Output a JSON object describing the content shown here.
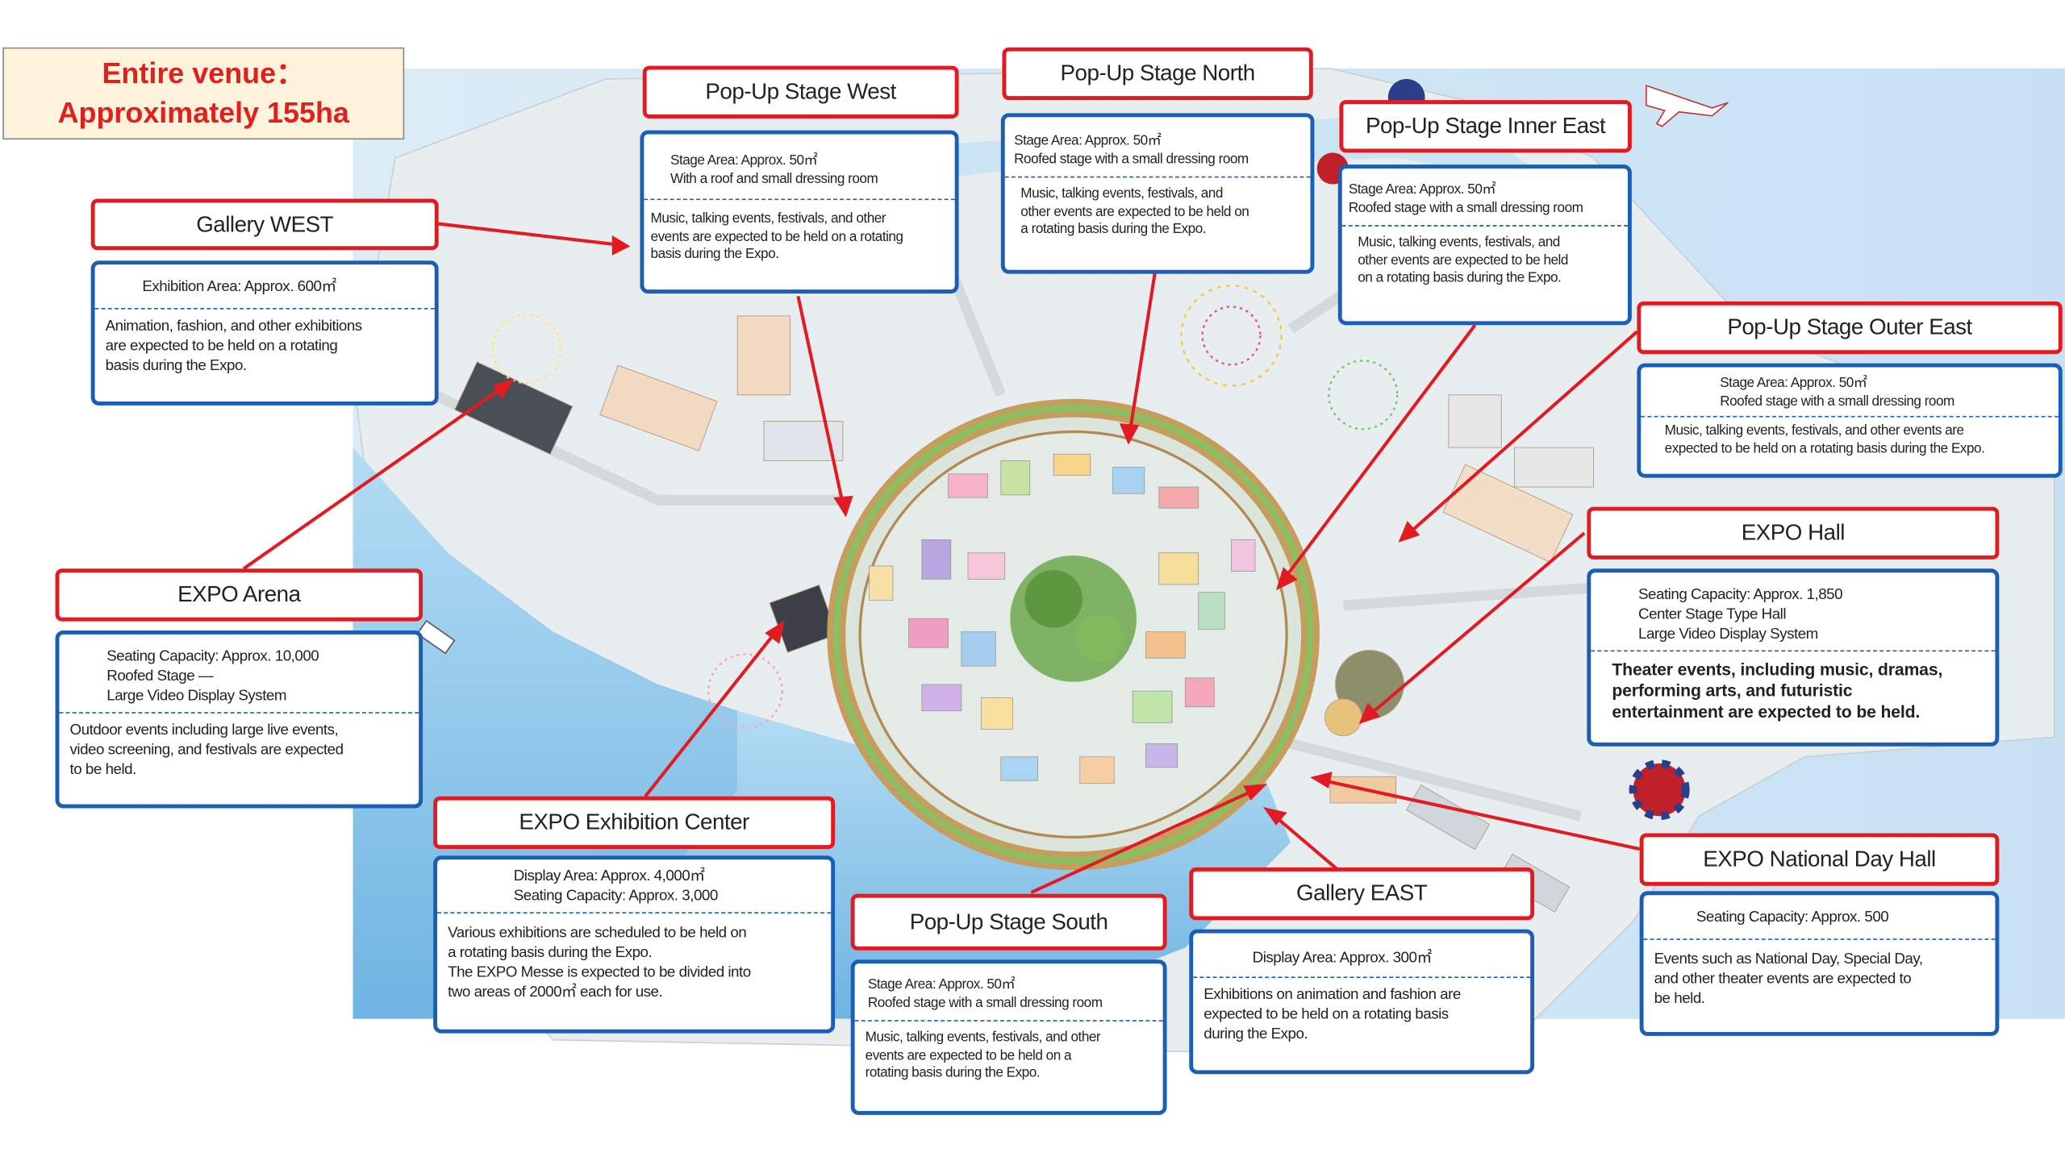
{
  "map_title": {
    "line1": "Entire venue：",
    "line2": "Approximately 155ha"
  },
  "venues": {
    "gallery_west": {
      "title": "Gallery WEST",
      "spec": "Exhibition Area: Approx. 600㎡",
      "description": "Animation, fashion, and other exhibitions\nare expected to be held on a rotating\nbasis during the Expo."
    },
    "popup_west": {
      "title": "Pop-Up Stage West",
      "spec": "Stage Area: Approx. 50㎡\nWith a roof and small dressing room",
      "description": "Music, talking events, festivals, and other\nevents are expected to be held on a rotating\nbasis during the Expo."
    },
    "popup_north": {
      "title": "Pop-Up Stage North",
      "spec": "Stage Area: Approx. 50㎡\nRoofed stage with a small dressing room",
      "description": "Music, talking events, festivals, and\nother events are expected to be held on\na rotating basis during the Expo."
    },
    "popup_inner_east": {
      "title": "Pop-Up Stage Inner East",
      "spec": "Stage Area: Approx. 50㎡\nRoofed stage with a small dressing room",
      "description": "Music, talking events, festivals, and\nother events are expected to be held\non a rotating basis during the Expo."
    },
    "popup_outer_east": {
      "title": "Pop-Up Stage Outer East",
      "spec": "Stage Area: Approx. 50㎡\nRoofed stage with a small dressing room",
      "description": "Music, talking events, festivals, and other events are\nexpected to be held on a rotating basis during the Expo."
    },
    "expo_hall": {
      "title": "EXPO Hall",
      "spec": "Seating Capacity: Approx. 1,850\nCenter Stage Type Hall\nLarge Video Display System",
      "description": "Theater events, including music, dramas,\nperforming arts, and futuristic\nentertainment are expected to be held."
    },
    "expo_arena": {
      "title": "EXPO Arena",
      "spec": "Seating Capacity: Approx. 10,000\nRoofed Stage —\nLarge Video Display System",
      "description": "Outdoor events including large live events,\nvideo screening, and festivals are expected\nto be held."
    },
    "exhibition_center": {
      "title": "EXPO Exhibition Center",
      "spec": "Display Area: Approx. 4,000㎡\nSeating Capacity: Approx. 3,000",
      "description": "Various exhibitions are scheduled to be held on\na rotating basis during the Expo.\nThe EXPO Messe is expected to be divided into\ntwo areas of 2000㎡ each for use."
    },
    "popup_south": {
      "title": "Pop-Up Stage South",
      "spec": "Stage Area: Approx. 50㎡\nRoofed stage with a small dressing room",
      "description": "Music, talking events, festivals, and other\nevents are expected to be held on a\nrotating basis during the Expo."
    },
    "gallery_east": {
      "title": "Gallery EAST",
      "spec": "Display Area: Approx. 300㎡",
      "description": "Exhibitions on animation and fashion are\nexpected to be held on a rotating basis\nduring the Expo."
    },
    "national_day_hall": {
      "title": "EXPO National Day Hall",
      "spec": "Seating Capacity: Approx. 500",
      "description": "Events such as National Day, Special Day,\nand other theater events are expected to\nbe held."
    }
  },
  "colors": {
    "title_border": "#e21b23",
    "info_border": "#1b5fb5",
    "headline_text": "#e0201b",
    "water": "#8ec6ea",
    "land": "#e9eef1",
    "ring": "#c9a060"
  }
}
